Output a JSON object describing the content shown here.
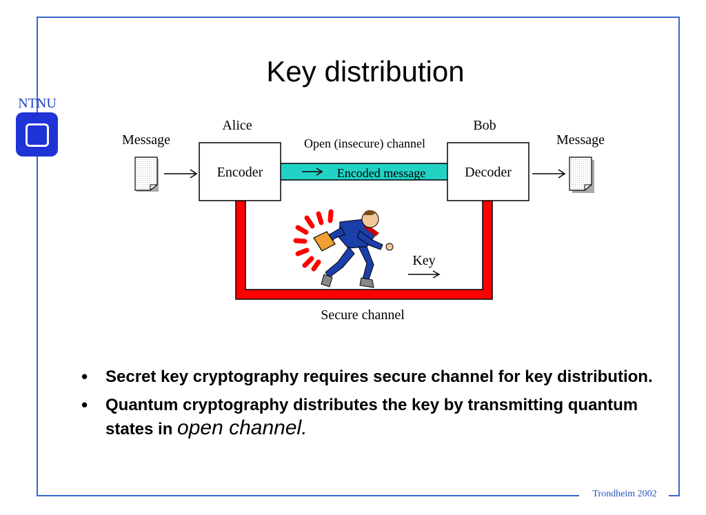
{
  "logo": {
    "label": "NTNU"
  },
  "title": "Key distribution",
  "diagram": {
    "alice": "Alice",
    "bob": "Bob",
    "message_left": "Message",
    "message_right": "Message",
    "encoder": "Encoder",
    "decoder": "Decoder",
    "open_channel": "Open (insecure) channel",
    "encoded_message": "Encoded message",
    "key": "Key",
    "secure_channel": "Secure channel",
    "colors": {
      "open_channel": "#22d3c5",
      "secure_channel": "#ff0000",
      "box_border": "#000000"
    }
  },
  "bullets": [
    {
      "text": "Secret key cryptography requires secure channel for key distribution."
    },
    {
      "text": "Quantum cryptography distributes the key by transmitting quantum states in ",
      "emphasis": "open channel."
    }
  ],
  "footer": "Trondheim 2002"
}
